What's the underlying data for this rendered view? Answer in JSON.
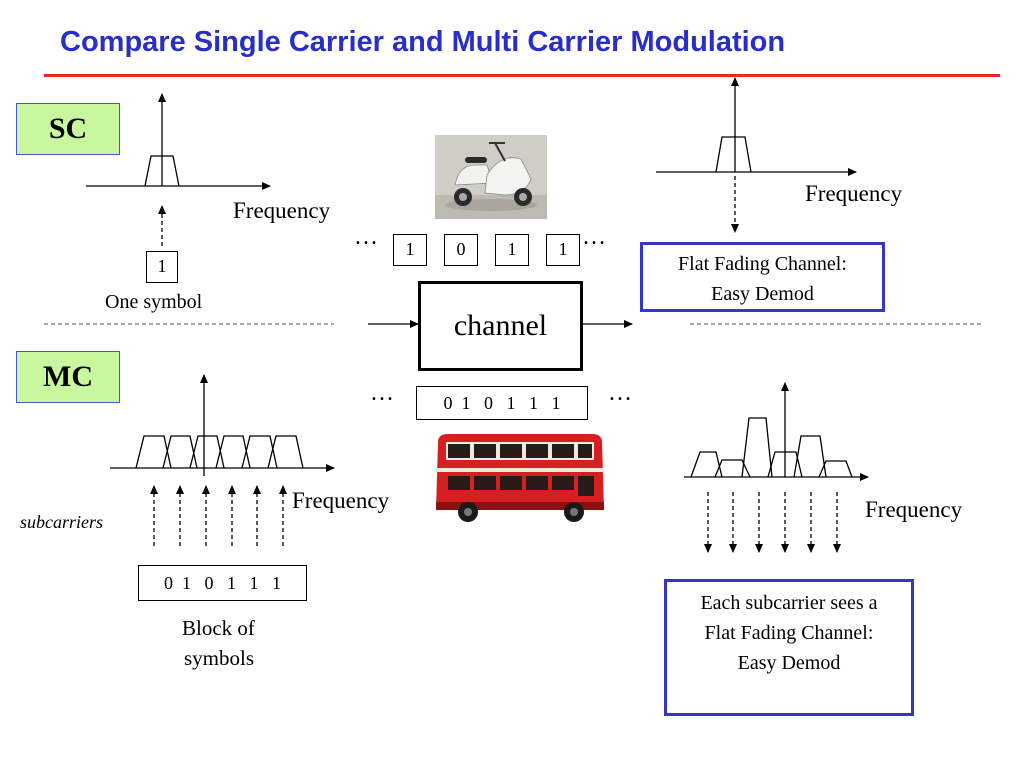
{
  "title": "Compare Single Carrier and Multi Carrier Modulation",
  "sc_label": "SC",
  "mc_label": "MC",
  "freq_label": "Frequency",
  "one_symbol": "One symbol",
  "sc_symbol": "1",
  "channel": "channel",
  "ellipsis": "…",
  "sc_stream": [
    "1",
    "0",
    "1",
    "1"
  ],
  "mc_stream": "0  1   0   1   1   1",
  "subcarriers": "subcarriers",
  "block_line1": "Block of",
  "block_line2": "symbols",
  "flat_line1": "Flat Fading Channel:",
  "flat_line2": "Easy Demod",
  "each_line1": "Each subcarrier sees a",
  "each_line2": "Flat Fading Channel:",
  "each_line3": "Easy Demod",
  "colors": {
    "title": "#2a2ec8",
    "rule": "#e8262b",
    "label_bg": "#c8f7a0",
    "box_border": "#3337c2",
    "bus_red": "#d42020"
  }
}
